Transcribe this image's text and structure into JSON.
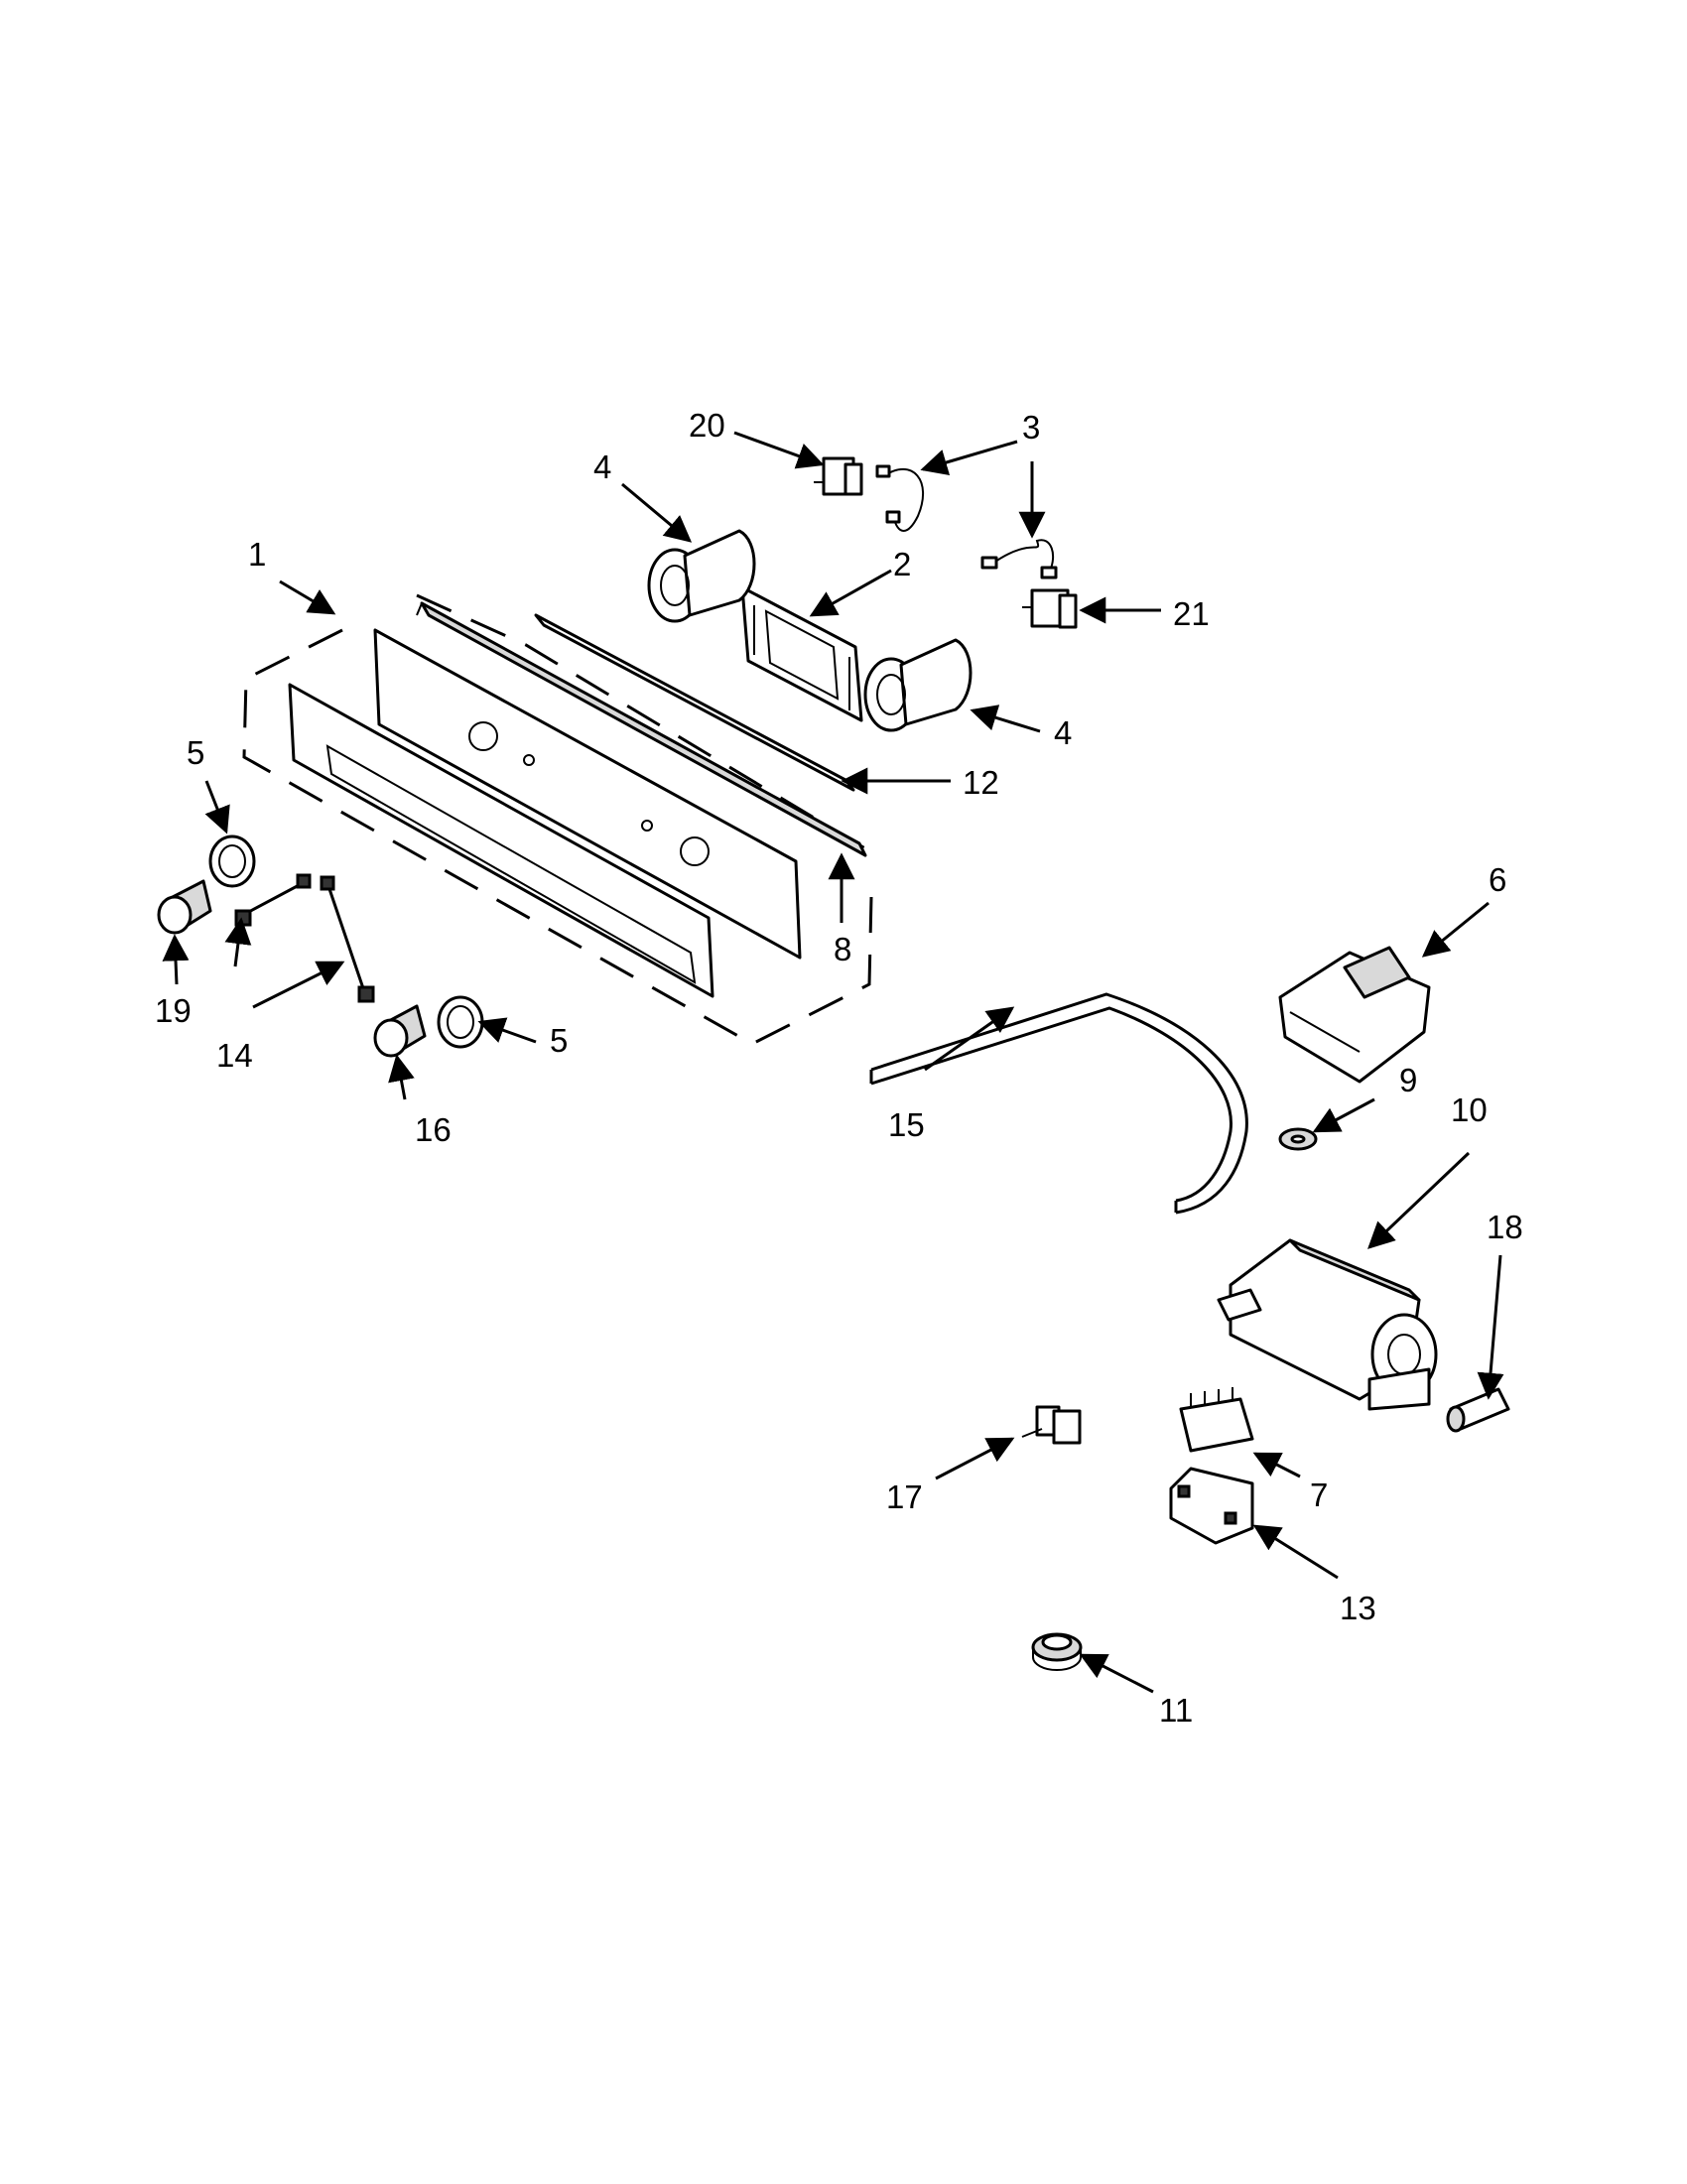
{
  "callouts": [
    {
      "id": "1",
      "label": "1"
    },
    {
      "id": "2",
      "label": "2"
    },
    {
      "id": "3a",
      "label": "3"
    },
    {
      "id": "4a",
      "label": "4"
    },
    {
      "id": "4b",
      "label": "4"
    },
    {
      "id": "5a",
      "label": "5"
    },
    {
      "id": "5b",
      "label": "5"
    },
    {
      "id": "6",
      "label": "6"
    },
    {
      "id": "7",
      "label": "7"
    },
    {
      "id": "8",
      "label": "8"
    },
    {
      "id": "9",
      "label": "9"
    },
    {
      "id": "10",
      "label": "10"
    },
    {
      "id": "11",
      "label": "11"
    },
    {
      "id": "12",
      "label": "12"
    },
    {
      "id": "13",
      "label": "13"
    },
    {
      "id": "14",
      "label": "14"
    },
    {
      "id": "15",
      "label": "15"
    },
    {
      "id": "16",
      "label": "16"
    },
    {
      "id": "17",
      "label": "17"
    },
    {
      "id": "18",
      "label": "18"
    },
    {
      "id": "19",
      "label": "19"
    },
    {
      "id": "20",
      "label": "20"
    },
    {
      "id": "21",
      "label": "21"
    }
  ]
}
